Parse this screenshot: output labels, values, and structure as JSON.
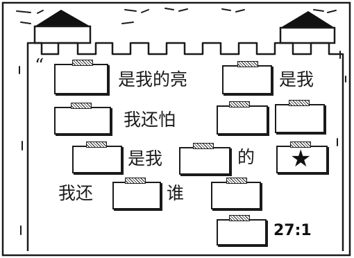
{
  "puzzle": {
    "open_quote": "“",
    "row1": {
      "text_a": "是我的亮",
      "text_b": "是我"
    },
    "row2": {
      "text_a": "我还怕"
    },
    "row3": {
      "text_a": "是我",
      "text_b": "的"
    },
    "row4": {
      "text_a": "我还",
      "text_b": "谁"
    },
    "reference": "27:1"
  },
  "star_icon": "black-star-icon",
  "colors": {
    "ink": "#1a1a1a",
    "paper": "#ffffff"
  }
}
